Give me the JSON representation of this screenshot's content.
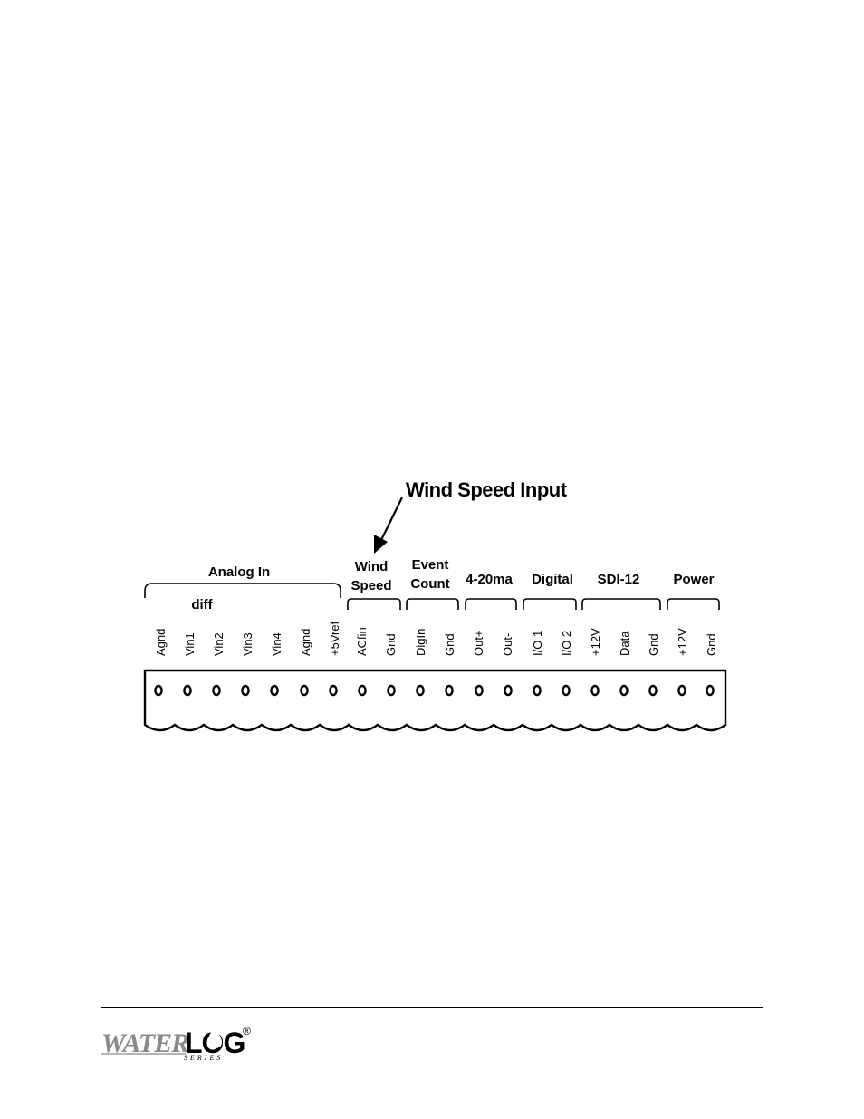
{
  "callout": {
    "text": "Wind Speed Input"
  },
  "groups": [
    {
      "id": "analog",
      "label_lines": [
        "Analog In"
      ],
      "sublabel": "diff"
    },
    {
      "id": "wind",
      "label_lines": [
        "Wind",
        "Speed"
      ]
    },
    {
      "id": "event",
      "label_lines": [
        "Event",
        "Count"
      ]
    },
    {
      "id": "current",
      "label_lines": [
        "4-20ma"
      ]
    },
    {
      "id": "digital",
      "label_lines": [
        "Digital"
      ]
    },
    {
      "id": "sdi",
      "label_lines": [
        "SDI-12"
      ]
    },
    {
      "id": "power",
      "label_lines": [
        "Power"
      ]
    }
  ],
  "terminals": [
    "Agnd",
    "Vin1",
    "Vin2",
    "Vin3",
    "Vin4",
    "Agnd",
    "+5Vref",
    "ACfin",
    "Gnd",
    "DigIn",
    "Gnd",
    "Out+",
    "Out-",
    "I/O 1",
    "I/O 2",
    "+12V",
    "Data",
    "Gnd",
    "+12V",
    "Gnd"
  ],
  "logo": {
    "brand_left": "WATER",
    "brand_right": "LOG",
    "series": "SERIES",
    "registered": "®"
  }
}
